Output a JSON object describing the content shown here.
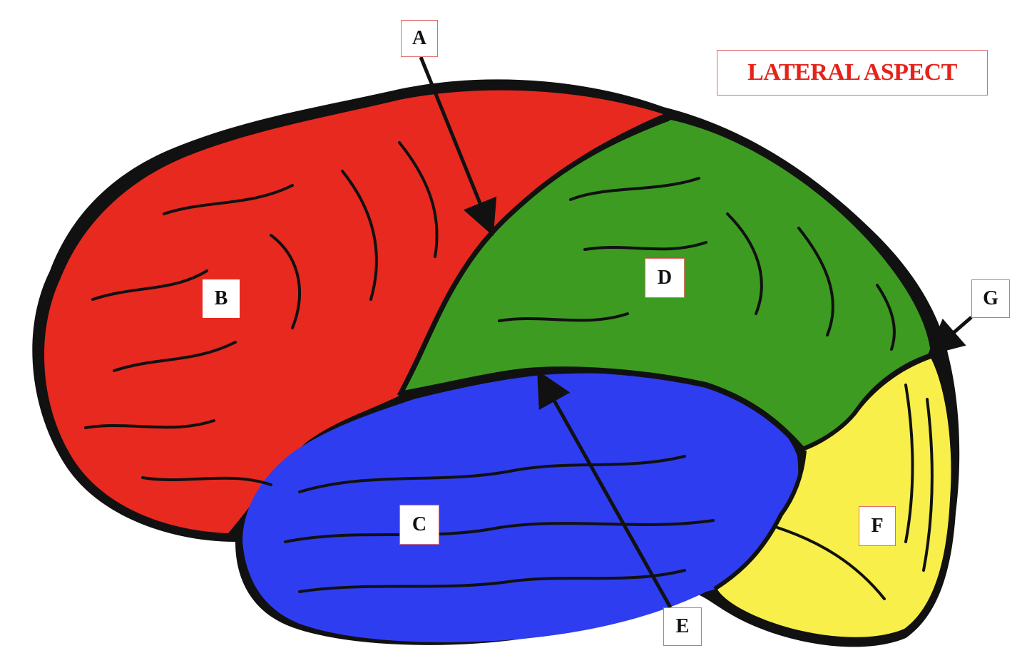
{
  "title": "LATERAL ASPECT",
  "labels": {
    "a": "A",
    "b": "B",
    "c": "C",
    "d": "D",
    "e": "E",
    "f": "F",
    "g": "G"
  },
  "colors": {
    "frontal_region": "#e8291f",
    "parietal_region": "#3d9b22",
    "temporal_region": "#2f3df0",
    "occipital_region": "#f8ef4a",
    "outline": "#111111",
    "title": "#e5231b",
    "label_border": "#e06b6b"
  }
}
